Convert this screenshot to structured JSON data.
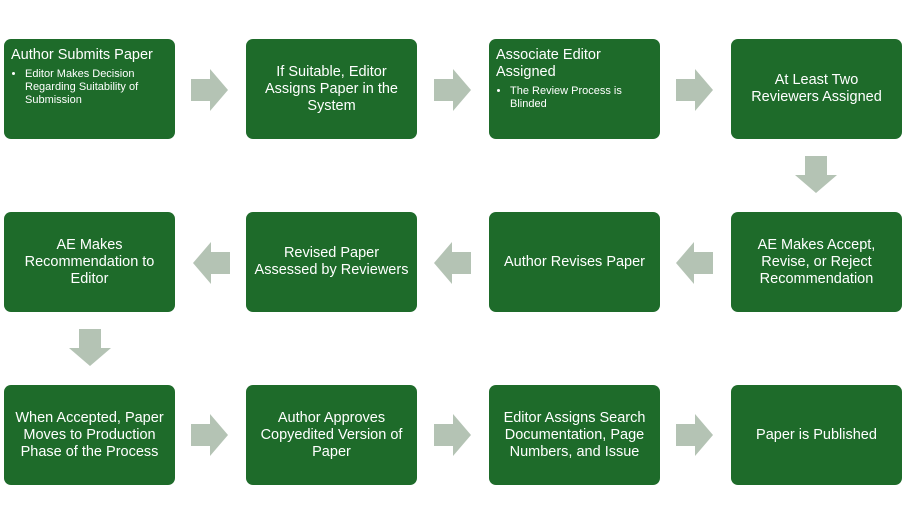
{
  "steps": [
    {
      "title": "Author Submits Paper",
      "bullet": "Editor Makes Decision Regarding Suitability of Submission"
    },
    {
      "title": "If Suitable, Editor Assigns Paper in the System"
    },
    {
      "title": "Associate Editor Assigned",
      "bullet": "The Review Process is Blinded"
    },
    {
      "title": "At Least Two Reviewers Assigned"
    },
    {
      "title": "AE Makes Accept, Revise, or Reject Recommendation"
    },
    {
      "title": "Author Revises Paper"
    },
    {
      "title": "Revised Paper Assessed by Reviewers"
    },
    {
      "title": "AE Makes Recommendation to Editor"
    },
    {
      "title": "When Accepted, Paper Moves to Production Phase of the Process"
    },
    {
      "title": "Author Approves Copyedited Version of Paper"
    },
    {
      "title": "Editor Assigns Search Documentation, Page Numbers, and Issue"
    },
    {
      "title": "Paper is Published"
    }
  ],
  "colors": {
    "box": "#1e6b2a",
    "arrow": "#b4c3b4",
    "text": "#ffffff"
  }
}
